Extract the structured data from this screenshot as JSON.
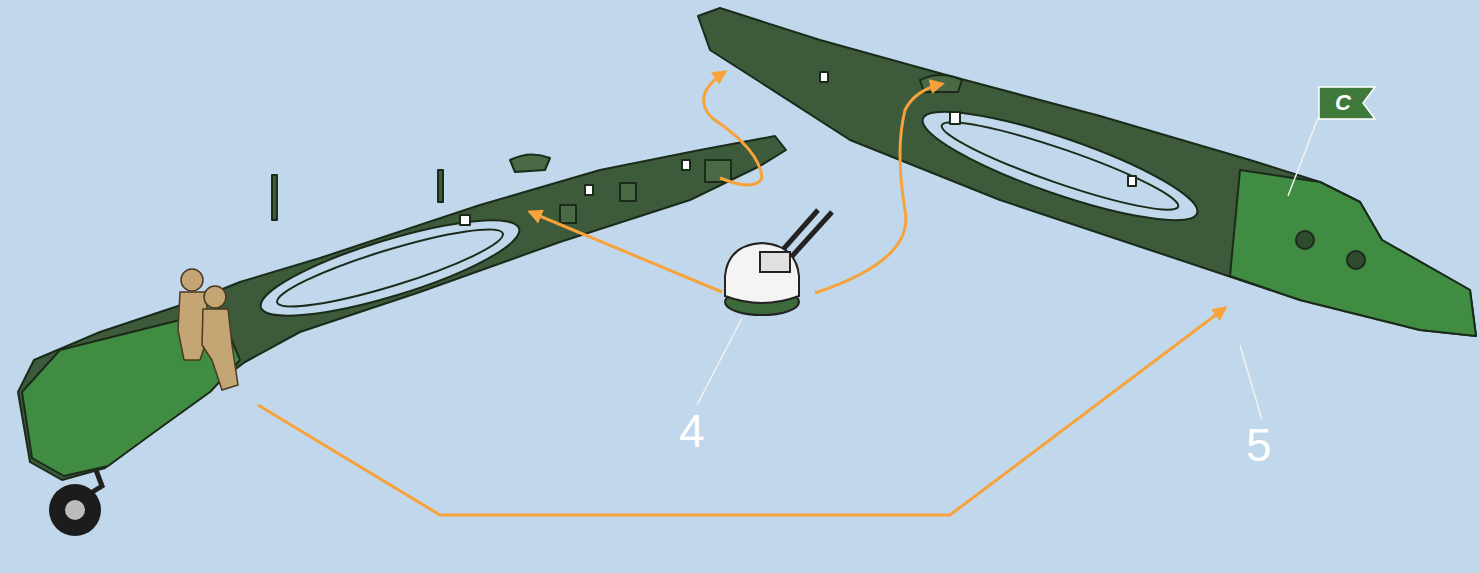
{
  "diagram": {
    "nodes": [
      {
        "text": [
          "C"
        ]
      }
    ],
    "labels": [
      "4",
      "5"
    ]
  }
}
